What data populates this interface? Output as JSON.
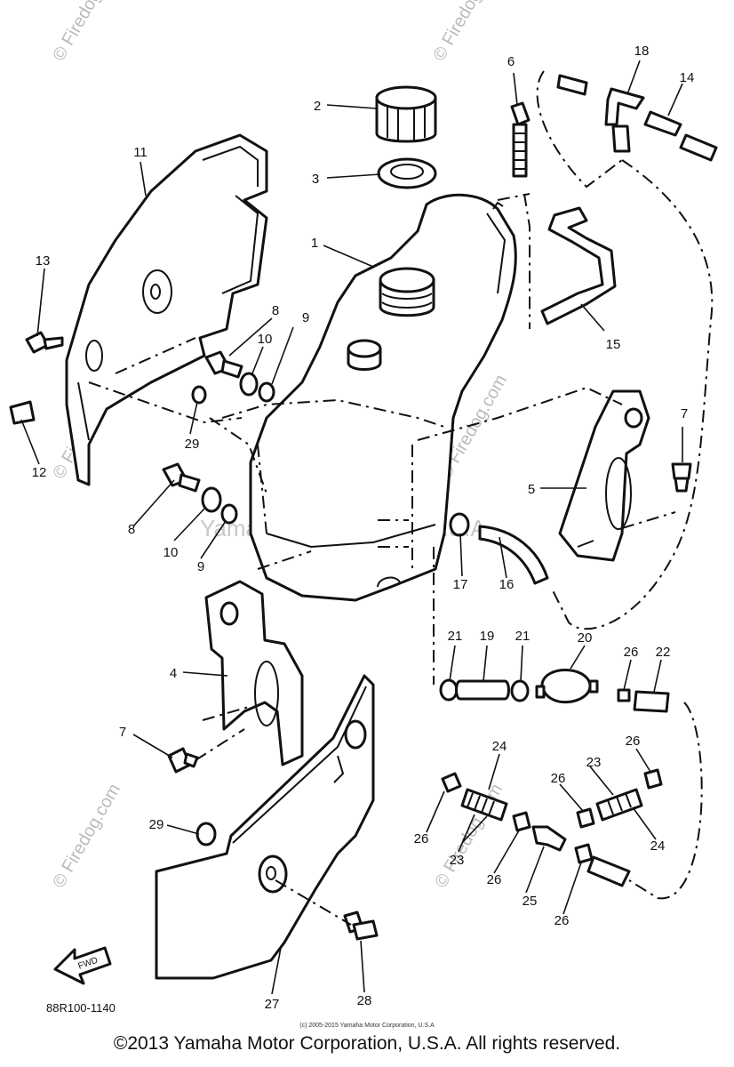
{
  "diagram": {
    "part_numbers": {
      "p1": "1",
      "p2": "2",
      "p3": "3",
      "p4": "4",
      "p5": "5",
      "p6": "6",
      "p7a": "7",
      "p7b": "7",
      "p8a": "8",
      "p8b": "8",
      "p9a": "9",
      "p9b": "9",
      "p10a": "10",
      "p10b": "10",
      "p11": "11",
      "p12": "12",
      "p13": "13",
      "p14": "14",
      "p15": "15",
      "p16": "16",
      "p17": "17",
      "p18": "18",
      "p19": "19",
      "p20": "20",
      "p21a": "21",
      "p21b": "21",
      "p22": "22",
      "p23a": "23",
      "p23b": "23",
      "p24a": "24",
      "p24b": "24",
      "p25": "25",
      "p26a": "26",
      "p26b": "26",
      "p26c": "26",
      "p26d": "26",
      "p26e": "26",
      "p26f": "26",
      "p27": "27",
      "p28": "28",
      "p29a": "29",
      "p29b": "29"
    },
    "diagram_code": "88R100-1140",
    "fwd_label": "FWD",
    "watermarks": {
      "site": "© Firedog.com",
      "center": "Yamaha Motor Corp., U.S.A."
    }
  },
  "footer": {
    "small_copyright": "(c) 2005-2015 Yamaha Motor Corporation, U.S.A",
    "copyright": "©2013 Yamaha Motor Corporation, U.S.A. All rights reserved."
  }
}
